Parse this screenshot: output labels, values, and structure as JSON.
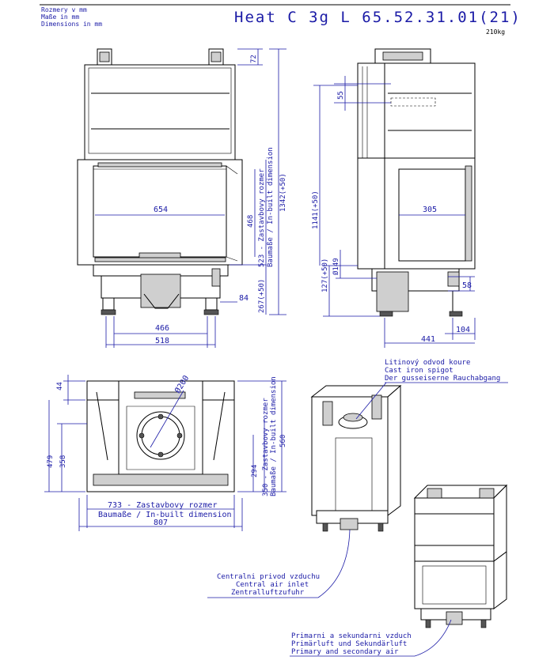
{
  "header": {
    "units_cz": "Rozmery v mm",
    "units_de": "Maße in mm",
    "units_en": "Dimensions in mm",
    "model": "Heat C 3g L 65.52.31.01(21)",
    "weight": "210kg"
  },
  "front_view": {
    "d_top": "72",
    "d_width_654": "654",
    "d_468": "468",
    "d_build_cz": "523 - Zastavbovy rozmer",
    "d_build_en": "Baumaße / In-built dimension",
    "d_height_total": "1342(+50)",
    "d_84": "84",
    "d_leg": "267(+50)",
    "d_466": "466",
    "d_518": "518"
  },
  "side_view": {
    "d_55": "55",
    "d_1141": "1141(+50)",
    "d_305": "305",
    "d_149": "Ø149",
    "d_127": "127(+50)",
    "d_58": "58",
    "d_104": "104",
    "d_441": "441"
  },
  "top_view": {
    "d_44": "44",
    "d_200": "Ø200",
    "d_479": "479",
    "d_358": "358",
    "d_294": "294",
    "d_350_cz": "350 - Zastavbovy rozmer",
    "d_350_en": "Baumaße / In-built dimension",
    "d_560": "560",
    "d_733": "733 - Zastavbovy rozmer",
    "d_733_en": "Baumaße / In-built dimension",
    "d_807": "807"
  },
  "callouts": {
    "spigot_cz": "Litinový odvod koure",
    "spigot_en": "Cast iron spigot",
    "spigot_de": "Der gusseiserne Rauchabgang",
    "air_cz": "Centralni privod vzduchu",
    "air_en": "Central air inlet",
    "air_de": "Zentralluftzufuhr",
    "prim_cz": "Primarni a sekundarni vzduch",
    "prim_de": "Primärluft und Sekundärluft",
    "prim_en": "Primary and secondary air"
  }
}
